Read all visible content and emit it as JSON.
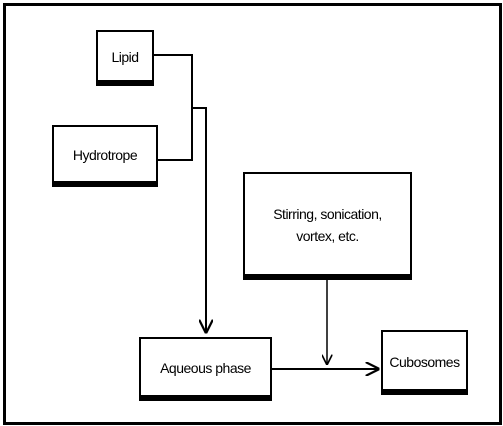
{
  "diagram": {
    "nodes": {
      "lipid": "Lipid",
      "hydrotrope": "Hydrotrope",
      "process": "Stirring, sonication, vortex, etc.",
      "aqueous": "Aqueous phase",
      "cubosomes": "Cubosomes"
    },
    "edges": [
      {
        "from": "lipid",
        "to": "aqueous"
      },
      {
        "from": "hydrotrope",
        "to": "aqueous"
      },
      {
        "from": "process",
        "to": "aqueous-cubosomes-link"
      },
      {
        "from": "aqueous",
        "to": "cubosomes"
      }
    ],
    "colors": {
      "stroke": "#000000",
      "fill": "#ffffff"
    }
  }
}
